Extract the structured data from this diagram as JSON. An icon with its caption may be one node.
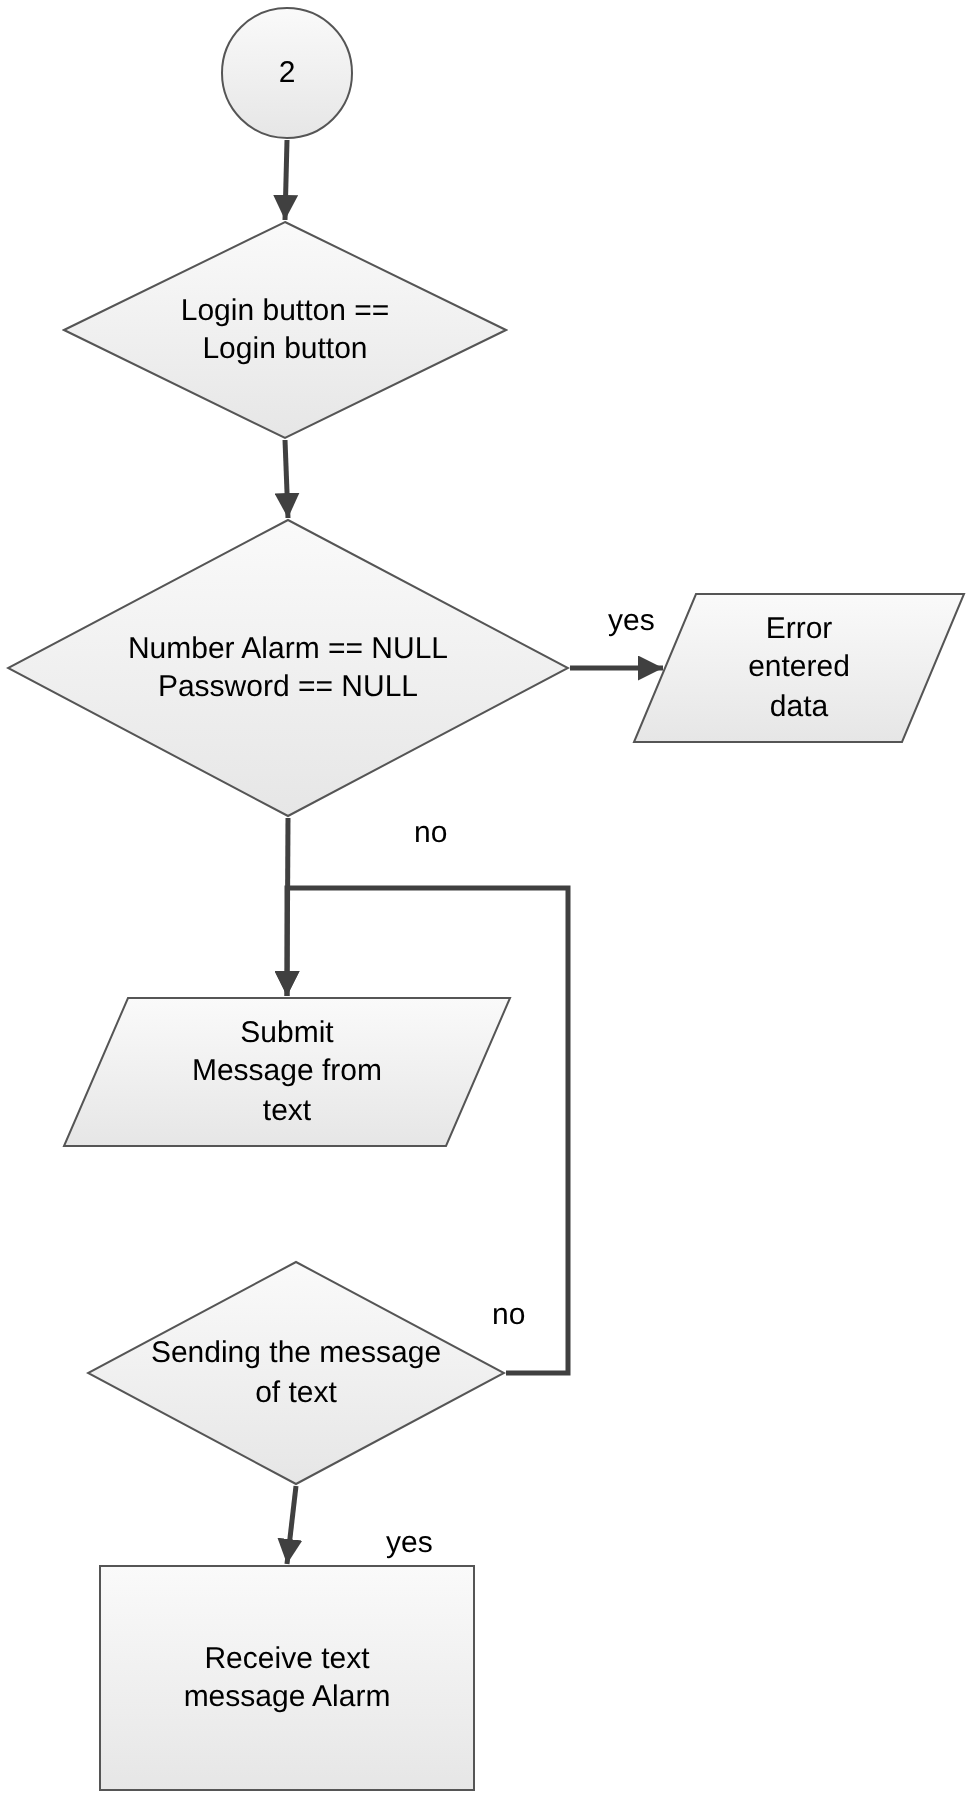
{
  "diagram": {
    "nodes": [
      {
        "text": [
          "2"
        ]
      },
      {
        "text": [
          "Login button == Login button"
        ]
      },
      {
        "text": [
          "Number Alarm == NULL Password == NULL"
        ]
      },
      {
        "text": [
          "Error entered data"
        ]
      },
      {
        "text": [
          "Submit Message from text"
        ]
      },
      {
        "text": [
          "Sending the message of text"
        ]
      },
      {
        "text": [
          "Receive text message Alarm"
        ]
      }
    ],
    "edges": [
      {
        "from": 0,
        "to": 1,
        "arrow": "to"
      },
      {
        "from": 1,
        "to": 2,
        "arrow": "to"
      },
      {
        "from": 2,
        "to": 3,
        "arrow": "to",
        "label": "yes"
      },
      {
        "from": 2,
        "to": 4,
        "arrow": "to",
        "label": "no"
      },
      {
        "from": 5,
        "to": 4,
        "arrow": "to",
        "label": "no"
      },
      {
        "from": 5,
        "to": 6,
        "arrow": "to",
        "label": "yes"
      }
    ]
  }
}
